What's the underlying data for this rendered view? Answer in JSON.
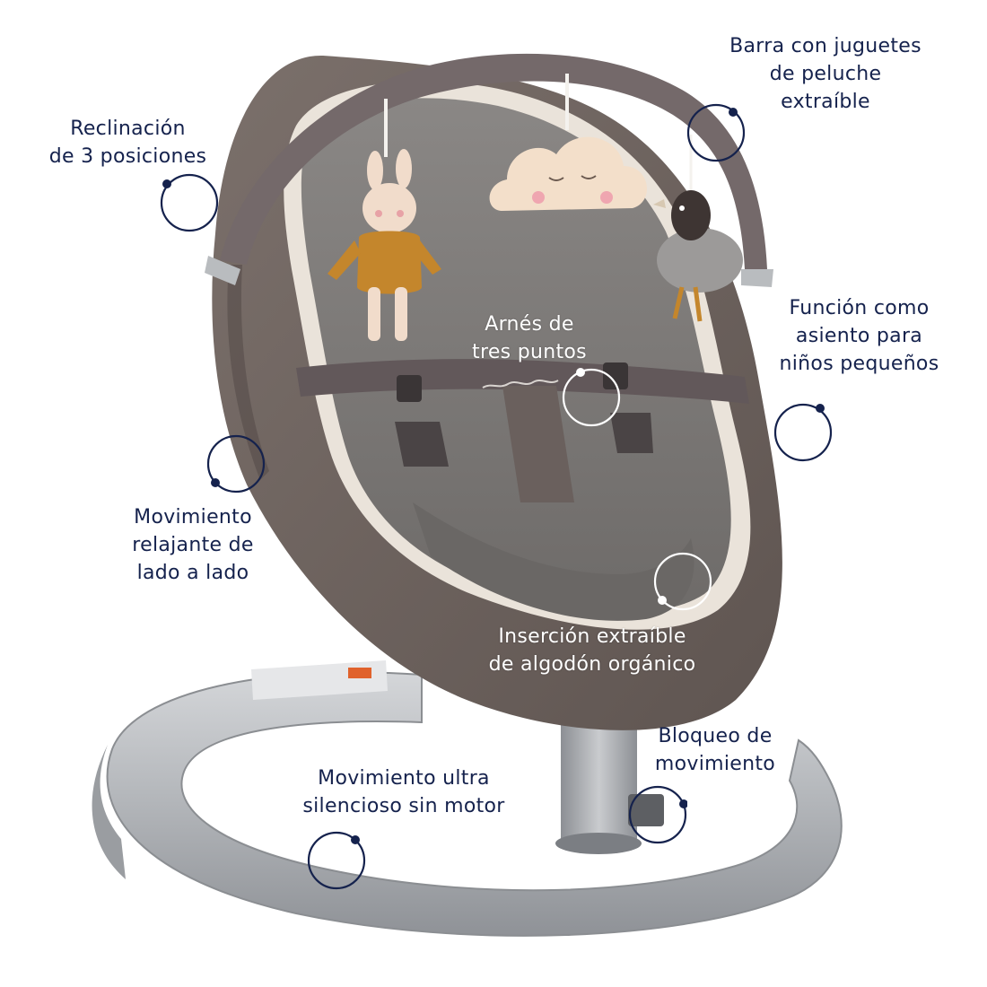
{
  "colors": {
    "navy": "#15224d",
    "white": "#ffffff",
    "frame_brown": "#6f6460",
    "seat_grey": "#7e7b79",
    "base_silver": "#b3b6ba",
    "toy_mustard": "#c4862c",
    "toy_cream": "#f1dccb"
  },
  "labels": {
    "toy_bar": {
      "lines": [
        "Barra con juguetes",
        "de peluche",
        "extraíble"
      ]
    },
    "recline": {
      "lines": [
        "Reclinación",
        "de 3 posiciones"
      ]
    },
    "harness": {
      "lines": [
        "Arnés de",
        "tres puntos"
      ]
    },
    "toddler_seat": {
      "lines": [
        "Función como",
        "asiento para",
        "niños pequeños"
      ]
    },
    "side_motion": {
      "lines": [
        "Movimiento",
        "relajante de",
        "lado a lado"
      ]
    },
    "insert": {
      "lines": [
        "Inserción extraíble",
        "de algodón orgánico"
      ]
    },
    "motion_lock": {
      "lines": [
        "Bloqueo de",
        "movimiento"
      ]
    },
    "silent_motion": {
      "lines": [
        "Movimiento ultra",
        "silencioso sin motor"
      ]
    }
  },
  "icons": {
    "marker": "ring-dot-icon",
    "product": "baby-rocker-illustration"
  }
}
